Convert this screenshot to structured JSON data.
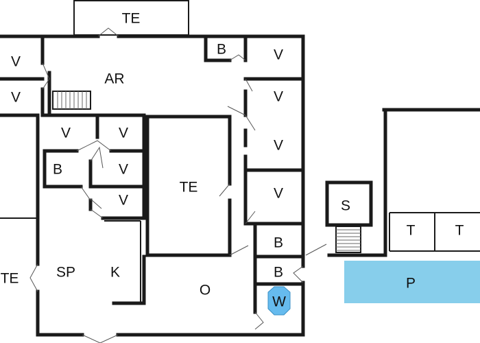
{
  "rooms": {
    "te_top": "TE",
    "v_left_top": "V",
    "v_left_bottom": "V",
    "ar": "AR",
    "b_top": "B",
    "v_right_1": "V",
    "v_right_2": "V",
    "v_right_3": "V",
    "v_right_4": "V",
    "v_mid_1": "V",
    "v_mid_2": "V",
    "v_mid_3": "V",
    "v_mid_4": "V",
    "b_mid": "B",
    "te_center": "TE",
    "te_left": "TE",
    "sp": "SP",
    "k": "K",
    "o": "O",
    "b_lower_1": "B",
    "b_lower_2": "B",
    "w": "W",
    "s": "S",
    "t_1": "T",
    "t_2": "T",
    "p": "P"
  },
  "colors": {
    "wall": "#1a1a1a",
    "pool": "#87CEEB",
    "well": "#66BBEE",
    "background": "#ffffff"
  }
}
